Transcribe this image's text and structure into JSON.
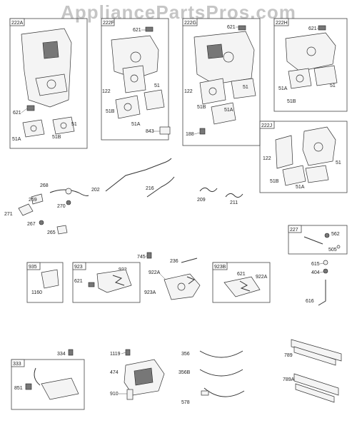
{
  "watermark": "AppliancePartsPros.com",
  "groups": {
    "g222A": "222A",
    "g222F": "222F",
    "g222G": "222G",
    "g222H": "222H",
    "g222J": "222J",
    "g227": "227",
    "g935": "935",
    "g923": "923",
    "g923B": "923B",
    "g333": "333"
  },
  "parts": {
    "p621_a": "621",
    "p51A_a": "51A",
    "p51B_a": "51B",
    "p51_a": "51",
    "p621_f": "621",
    "p122_f": "122",
    "p51_f": "51",
    "p51B_f": "51B",
    "p51A_f": "51A",
    "p621_g": "621",
    "p122_g": "122",
    "p51_g": "51",
    "p51B_g": "51B",
    "p51A_g": "51A",
    "p621_h": "621",
    "p51A_h": "51A",
    "p51_h": "51",
    "p51B_h": "51B",
    "p843": "843",
    "p188": "188",
    "p122_j": "122",
    "p51_j": "51",
    "p51B_j": "51B",
    "p51A_j": "51A",
    "p268": "268",
    "p269": "269",
    "p270": "270",
    "p271": "271",
    "p267": "267",
    "p265": "265",
    "p202": "202",
    "p216": "216",
    "p209": "209",
    "p211": "211",
    "p562": "562",
    "p505": "505",
    "p745": "745",
    "p236": "236",
    "p1160": "1160",
    "p922": "922",
    "p621_923": "621",
    "p922A": "922A",
    "p923A": "923A",
    "p621_923b": "621",
    "p922A_b": "922A",
    "p615": "615",
    "p404": "404",
    "p616": "616",
    "p334": "334",
    "p851": "851",
    "p1119": "1119",
    "p474": "474",
    "p910": "910",
    "p356": "356",
    "p356B": "356B",
    "p578": "578",
    "p789": "789",
    "p789A": "789A"
  }
}
